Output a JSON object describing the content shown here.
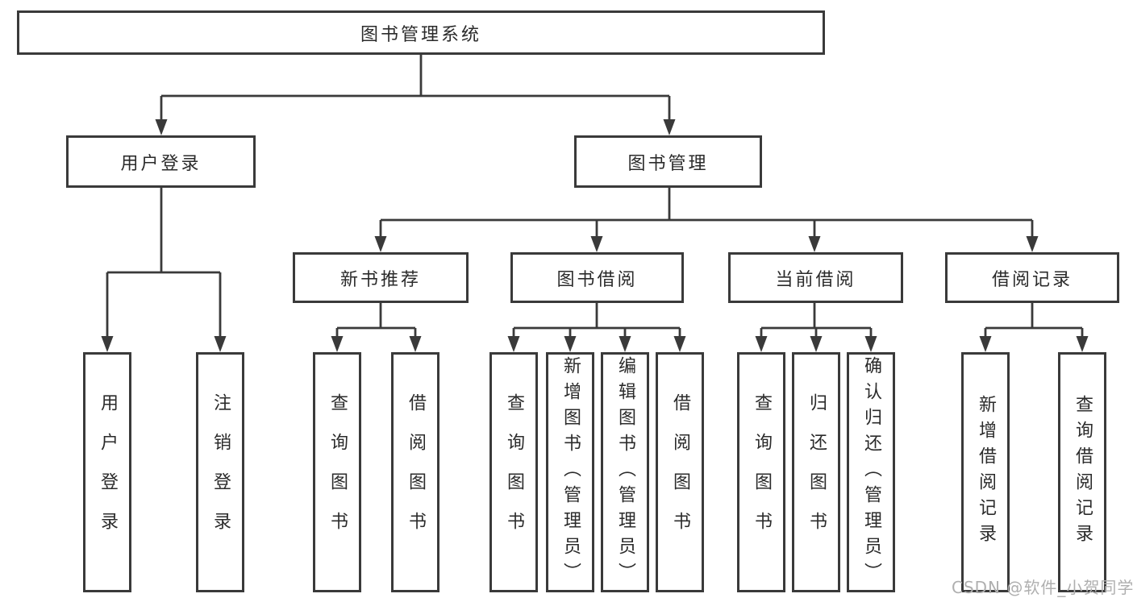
{
  "diagram": {
    "title": "图书管理系统",
    "tree": {
      "label": "图书管理系统",
      "children": [
        {
          "label": "用户登录",
          "children": [
            {
              "label": "用户登录"
            },
            {
              "label": "注销登录"
            }
          ]
        },
        {
          "label": "图书管理",
          "children": [
            {
              "label": "新书推荐",
              "children": [
                {
                  "label": "查询图书"
                },
                {
                  "label": "借阅图书"
                }
              ]
            },
            {
              "label": "图书借阅",
              "children": [
                {
                  "label": "查询图书"
                },
                {
                  "label": "新增图书（管理员）"
                },
                {
                  "label": "编辑图书（管理员）"
                },
                {
                  "label": "借阅图书"
                }
              ]
            },
            {
              "label": "当前借阅",
              "children": [
                {
                  "label": "查询图书"
                },
                {
                  "label": "归还图书"
                },
                {
                  "label": "确认归还（管理员）"
                }
              ]
            },
            {
              "label": "借阅记录",
              "children": [
                {
                  "label": "新增借阅记录"
                },
                {
                  "label": "查询借阅记录"
                }
              ]
            }
          ]
        }
      ]
    },
    "watermark": "CSDN @软件_小贺同学",
    "colors": {
      "line": "#3a3a3a",
      "text": "#2b2b2b",
      "background": "#ffffff",
      "watermark": "#afafaf"
    }
  }
}
